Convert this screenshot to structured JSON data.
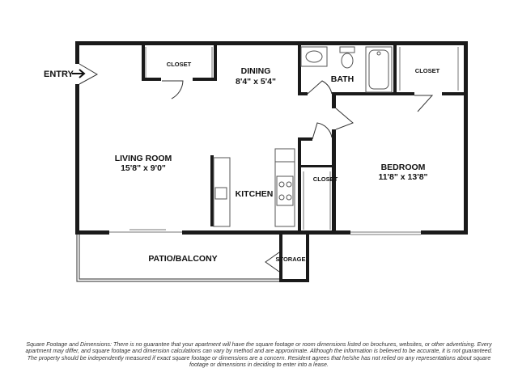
{
  "entry": {
    "label": "ENTRY"
  },
  "rooms": {
    "living": {
      "name": "LIVING ROOM",
      "dim": "15'8\" x 9'0\""
    },
    "dining": {
      "name": "DINING",
      "dim": "8'4\" x 5'4\""
    },
    "kitchen": {
      "name": "KITCHEN"
    },
    "bath": {
      "name": "BATH"
    },
    "bedroom": {
      "name": "BEDROOM",
      "dim": "11'8\" x 13'8\""
    },
    "patio": {
      "name": "PATIO/BALCONY"
    },
    "storage": {
      "name": "STORAGE"
    },
    "closet_living": {
      "name": "CLOSET"
    },
    "closet_bedroom_top": {
      "name": "CLOSET"
    },
    "closet_bedroom_mid": {
      "name": "CLOSET"
    }
  },
  "disclaimer": {
    "lead": "Square Footage and Dimensions:",
    "text": " There is no guarantee that your apartment will have the square footage or room dimensions listed on brochures, websites, or other advertising. Every apartment may differ, and square footage and dimension calculations can vary by method and are approximate. Although the information is believed to be accurate, it is not guaranteed. The property should be independently measured if exact square footage or dimensions are a concern. Resident agrees that he/she has not relied on any representations about square footage or dimensions in deciding to enter into a lease."
  }
}
